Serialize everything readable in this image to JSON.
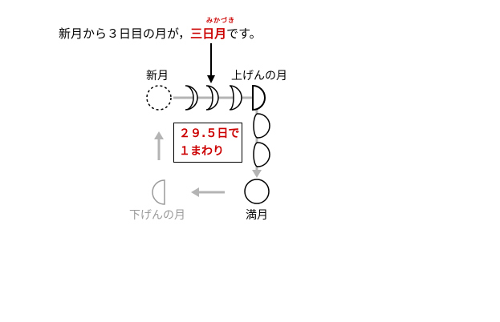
{
  "sentence": {
    "before": "新月から３日目の月が，",
    "highlight": "三日月",
    "after": "です。",
    "ruby": "みかづき"
  },
  "labels": {
    "new_moon": "新月",
    "first_quarter": "上げんの月",
    "full_moon": "満月",
    "last_quarter": "下げんの月"
  },
  "cycle": {
    "line1": "２９.５日で",
    "line2": "１まわり"
  },
  "colors": {
    "highlight": "#cc0000",
    "faded": "#9a9a9a",
    "arrow_gray": "#b4b4b4"
  }
}
